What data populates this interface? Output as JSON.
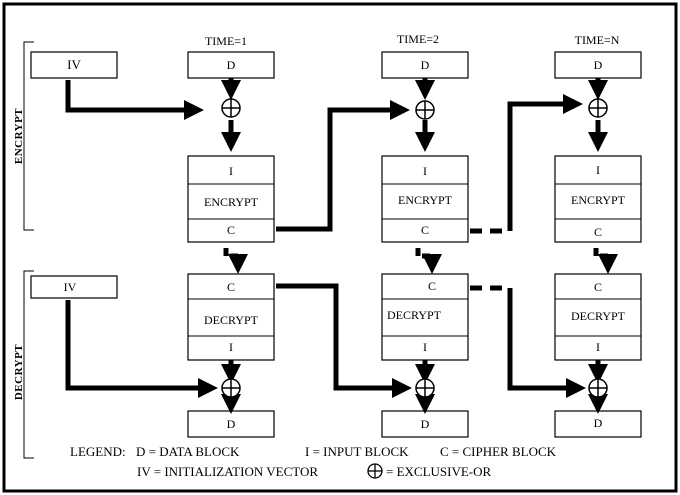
{
  "time_labels": [
    "TIME=1",
    "TIME=2",
    "TIME=N"
  ],
  "side_labels": {
    "encrypt": "ENCRYPT",
    "decrypt": "DECRYPT"
  },
  "encrypt_iv": "IV",
  "decrypt_iv": "IV",
  "blocks": {
    "data": "D",
    "input": "I",
    "encrypt": "ENCRYPT",
    "decrypt": "DECRYPT",
    "cipher": "C"
  },
  "legend": {
    "prefix": "LEGEND:",
    "d": "D = DATA BLOCK",
    "i": "I = INPUT BLOCK",
    "c": "C = CIPHER BLOCK",
    "iv": "IV = INITIALIZATION VECTOR",
    "xor": "= EXCLUSIVE-OR"
  }
}
